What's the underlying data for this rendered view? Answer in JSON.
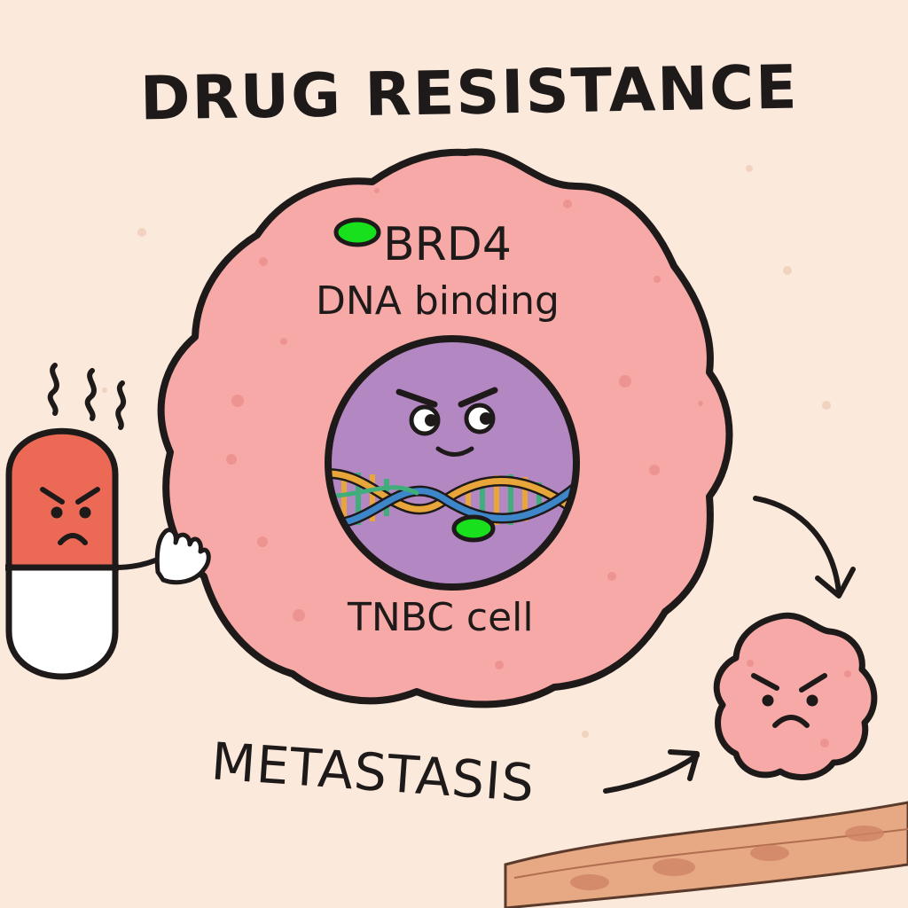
{
  "labels": {
    "title": "DRUG RESISTANCE",
    "protein": "BRD4",
    "binding": "DNA binding",
    "cell": "TNBC cell",
    "process": "METASTASIS"
  },
  "colors": {
    "background": "#fbe9dc",
    "cell_fill": "#f6a9a6",
    "nucleus_fill": "#b387c2",
    "pill_top": "#ec6a55",
    "pill_bottom": "#ffffff",
    "brd4_marker": "#19e01d",
    "outline": "#1f1a1a",
    "vessel": "#e7a983"
  },
  "icons": [
    "pill-character",
    "tnbc-cell",
    "nucleus",
    "dna-helix",
    "metastatic-cell",
    "blood-vessel",
    "arrow-icon"
  ]
}
